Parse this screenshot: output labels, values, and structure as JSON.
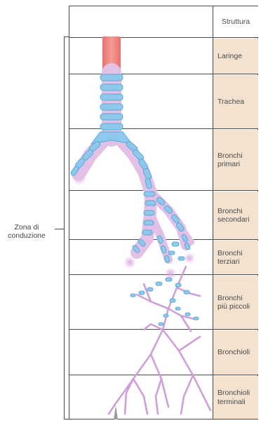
{
  "header": {
    "column_title": "Struttura"
  },
  "zone": {
    "label": "Zona di conduzione"
  },
  "structures": [
    {
      "label": "Laringe"
    },
    {
      "label": "Trachea"
    },
    {
      "label": "Bronchi primari"
    },
    {
      "label": "Bronchi secondari"
    },
    {
      "label": "Bronchi terziari"
    },
    {
      "label": "Bronchi più piccoli"
    },
    {
      "label": "Bronchioli"
    },
    {
      "label": "Bronchioli terminali"
    }
  ],
  "colors": {
    "larynx": "#f08a86",
    "cartilage": "#8ec9ec",
    "cartilage_edge": "#5ea7d8",
    "airway": "#e3c0e6",
    "airway_edge": "#c79bd0",
    "label_background": "#f2e2cf",
    "lines": "#4a4a4a"
  }
}
